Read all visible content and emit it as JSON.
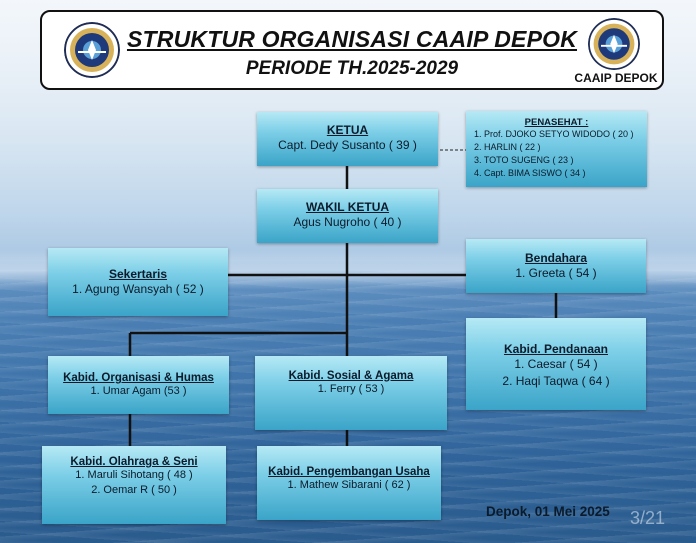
{
  "header": {
    "title": "STRUKTUR ORGANISASI CAAIP DEPOK",
    "subtitle": "PERIODE TH.2025-2029",
    "logo_caption": "CAAIP DEPOK",
    "logo_icon": "caaip-emblem-icon"
  },
  "nodes": {
    "ketua": {
      "role": "KETUA",
      "members": [
        "Capt. Dedy Susanto ( 39 )"
      ]
    },
    "penasehat": {
      "role": "PENASEHAT :",
      "members": [
        "1. Prof. DJOKO SETYO WIDODO ( 20 )",
        "2. HARLIN ( 22 )",
        "3. TOTO SUGENG ( 23 )",
        "4. Capt. BIMA SISWO ( 34 )"
      ]
    },
    "wakil_ketua": {
      "role": "WAKIL KETUA",
      "members": [
        "Agus Nugroho ( 40 )"
      ]
    },
    "sekertaris": {
      "role": "Sekertaris",
      "members": [
        "1. Agung Wansyah ( 52 )"
      ]
    },
    "bendahara": {
      "role": "Bendahara",
      "members": [
        "1. Greeta  ( 54 )"
      ]
    },
    "kabid_pendanaan": {
      "role": "Kabid. Pendanaan",
      "members": [
        "1. Caesar ( 54 )",
        "2. Haqi Taqwa ( 64 )"
      ]
    },
    "kabid_organisasi": {
      "role": "Kabid. Organisasi & Humas",
      "members": [
        "1. Umar Agam  (53 )"
      ]
    },
    "kabid_sosial": {
      "role": "Kabid. Sosial & Agama",
      "members": [
        "1. Ferry ( 53 )"
      ]
    },
    "kabid_olahraga": {
      "role": "Kabid. Olahraga & Seni",
      "members": [
        "1. Maruli Sihotang ( 48 )",
        "2. Oemar R ( 50 )"
      ]
    },
    "kabid_pengembangan": {
      "role": "Kabid. Pengembangan Usaha",
      "members": [
        "1. Mathew Sibarani ( 62 )"
      ]
    }
  },
  "footer": {
    "date": "Depok, 01 Mei 2025",
    "page_indicator": "3/21"
  },
  "colors": {
    "box_top": "#b6e9f5",
    "box_bottom": "#3aa4c8",
    "line": "#111111"
  }
}
